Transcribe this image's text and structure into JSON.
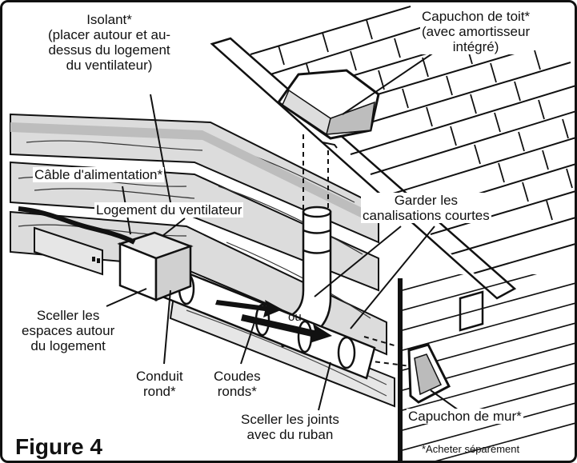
{
  "figure": {
    "title": "Figure 4",
    "footnote": "*Acheter séparément"
  },
  "labels": {
    "insulation": "Isolant*\n(placer autour et au-\ndessus du logement\ndu ventilateur)",
    "roof_cap": "Capuchon de toit*\n(avec amortisseur\nintégré)",
    "power_cable": "Câble d'alimentation*",
    "fan_housing": "Logement du ventilateur",
    "keep_ducts_short": "Garder les\ncanalisations courtes",
    "seal_housing": "Sceller les\nespaces autour\ndu logement",
    "round_duct": "Conduit\nrond*",
    "round_elbows": "Coudes\nronds*",
    "or": "ou",
    "seal_joints": "Sceller les joints\navec du ruban",
    "wall_cap": "Capuchon de mur*"
  },
  "icons": {
    "airflow": "airflow-arrow-icon"
  }
}
